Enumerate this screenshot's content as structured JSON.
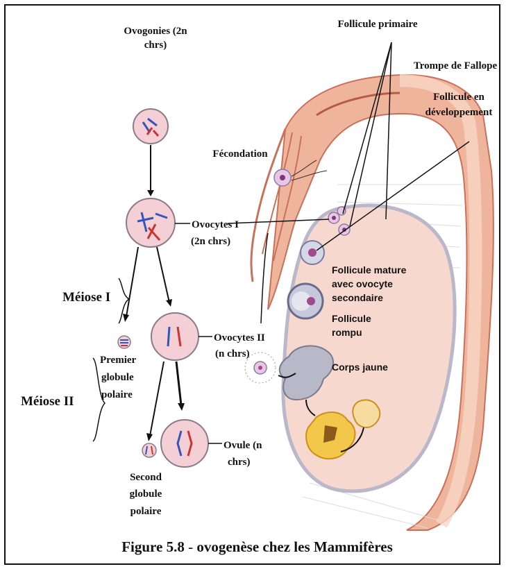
{
  "labels": {
    "ovogonies_1": "Ovogonies (2n",
    "ovogonies_2": "chrs)",
    "follicule_primaire": "Follicule primaire",
    "trompe": "Trompe de Fallope",
    "follicule_dev_1": "Follicule en",
    "follicule_dev_2": "développement",
    "fecondation": "Fécondation",
    "ovocytes1_1": "Ovocytes I",
    "ovocytes1_2": "(2n chrs)",
    "meiose1": "Méiose I",
    "meiose2": "Méiose II",
    "ovocytes2_1": "Ovocytes II",
    "ovocytes2_2": "(n chrs)",
    "follicule_mature_1": "Follicule mature",
    "follicule_mature_2": "avec ovocyte",
    "follicule_mature_3": "secondaire",
    "follicule_rompu_1": "Follicule",
    "follicule_rompu_2": "rompu",
    "corps_jaune": "Corps jaune",
    "premier_gp_1": "Premier",
    "premier_gp_2": "globule",
    "premier_gp_3": "polaire",
    "ovule_1": "Ovule (n",
    "ovule_2": "chrs)",
    "second_gp_1": "Second",
    "second_gp_2": "globule",
    "second_gp_3": "polaire"
  },
  "caption": {
    "bold_a": "Figure 5.8",
    "sep": " - ",
    "bold_b": "ovogenèse chez les Mammifères"
  },
  "colors": {
    "tube": "#e8a58a",
    "tube_dark": "#c9705a",
    "ovary": "#f6d8cf",
    "ovary_edge": "#b9b7c9",
    "cell": "#f4cfd6",
    "cell_edge": "#8a7a8a",
    "chrom_blue": "#3355bb",
    "chrom_red": "#cc3333",
    "corpus": "#f3c74a"
  }
}
